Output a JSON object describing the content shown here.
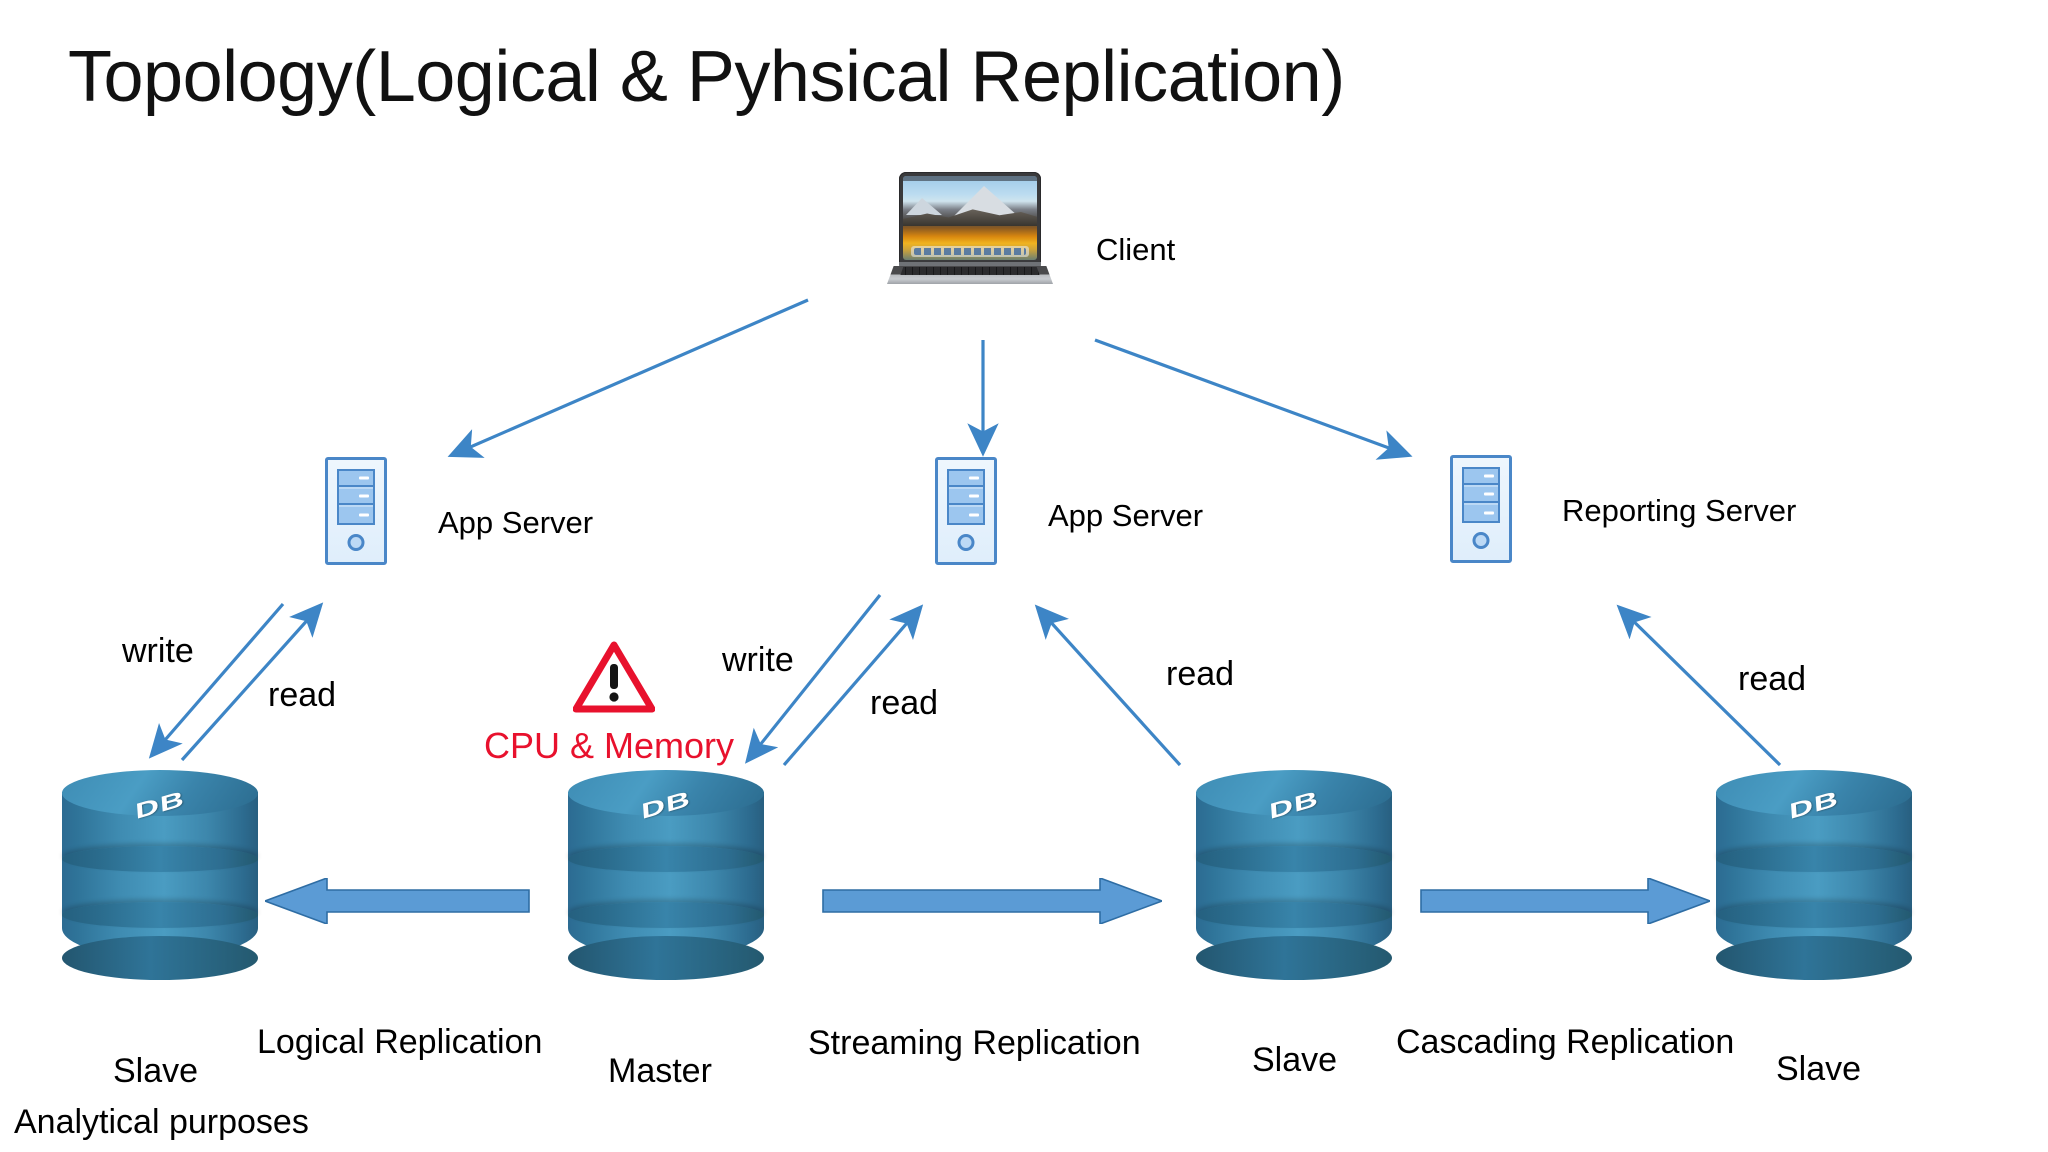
{
  "slide": {
    "title": "Topology(Logical & Pyhsical Replication)",
    "background": "#ffffff"
  },
  "colors": {
    "arrow_line": "#3d85c6",
    "block_arrow_fill": "#5b9bd5",
    "block_arrow_stroke": "#2e6da4",
    "server_blue": "#4a87c8",
    "db_blue": "#3884aa",
    "warning_red": "#e8112d",
    "text": "#000000"
  },
  "nodes": {
    "client": {
      "label": "Client",
      "icon": "laptop-icon"
    },
    "app_server_left": {
      "label": "App Server",
      "icon": "server-tower-icon"
    },
    "app_server_mid": {
      "label": "App Server",
      "icon": "server-tower-icon"
    },
    "reporting_server": {
      "label": "Reporting Server",
      "icon": "server-tower-icon"
    },
    "db_slave_analytics": {
      "label": "Slave",
      "sublabel": "Analytical purposes",
      "badge": "DB",
      "icon": "database-icon"
    },
    "db_master": {
      "label": "Master",
      "badge": "DB",
      "icon": "database-icon"
    },
    "db_slave_streaming": {
      "label": "Slave",
      "badge": "DB",
      "icon": "database-icon"
    },
    "db_slave_cascading": {
      "label": "Slave",
      "badge": "DB",
      "icon": "database-icon"
    }
  },
  "warning": {
    "icon": "warning-triangle-icon",
    "label": "CPU & Memory"
  },
  "edge_labels": {
    "write_left": "write",
    "read_left": "read",
    "write_mid": "write",
    "read_mid": "read",
    "read_right_mid": "read",
    "read_far_right": "read"
  },
  "replication_labels": {
    "logical": "Logical Replication",
    "streaming": "Streaming Replication",
    "cascading": "Cascading Replication"
  }
}
